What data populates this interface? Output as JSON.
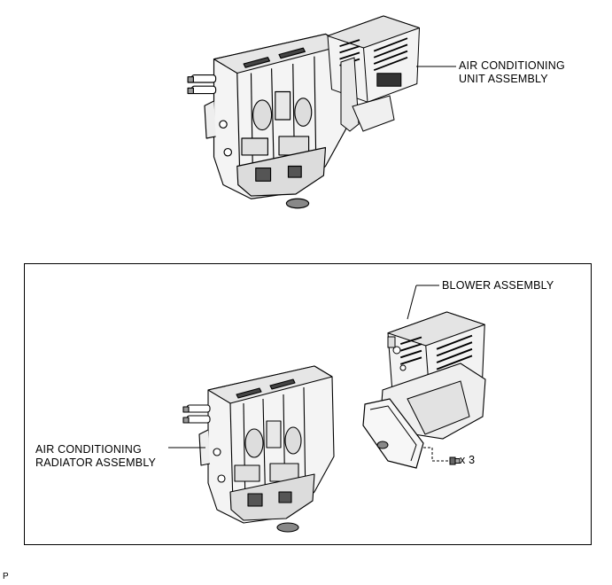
{
  "labels": {
    "unit_assembly": [
      "AIR CONDITIONING",
      "UNIT ASSEMBLY"
    ],
    "blower_assembly": "BLOWER ASSEMBLY",
    "radiator_assembly": [
      "AIR CONDITIONING",
      "RADIATOR ASSEMBLY"
    ],
    "screw_quantity": "x 3",
    "illustration_code": "P"
  }
}
